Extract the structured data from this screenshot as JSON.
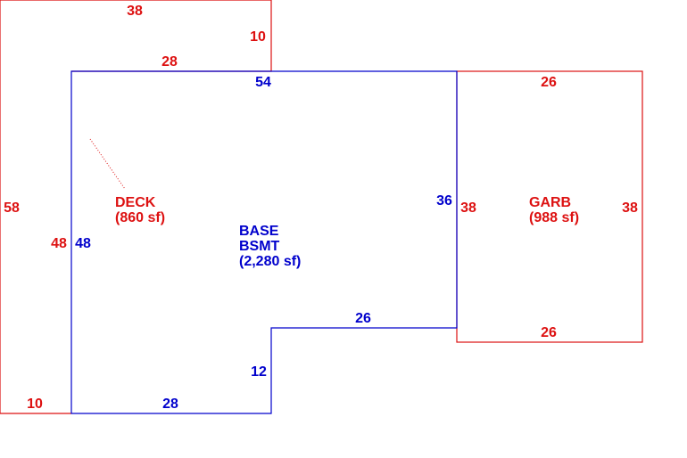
{
  "colors": {
    "base": "#0000cc",
    "deck": "#dd1111",
    "garb": "#dd1111"
  },
  "deck": {
    "name": "DECK",
    "area": "(860 sf)",
    "dims": {
      "top": "38",
      "notch_right": "10",
      "top_inner": "28",
      "left": "58",
      "inner_left": "48",
      "bottom": "10"
    }
  },
  "base": {
    "name": "BASE",
    "code": "BSMT",
    "area": "(2,280 sf)",
    "dims": {
      "top": "54",
      "right": "36",
      "left": "48",
      "step_top": "26",
      "step_side": "12",
      "bottom": "28"
    }
  },
  "garb": {
    "name": "GARB",
    "area": "(988 sf)",
    "dims": {
      "top": "26",
      "bottom": "26",
      "left": "38",
      "right": "38"
    }
  }
}
